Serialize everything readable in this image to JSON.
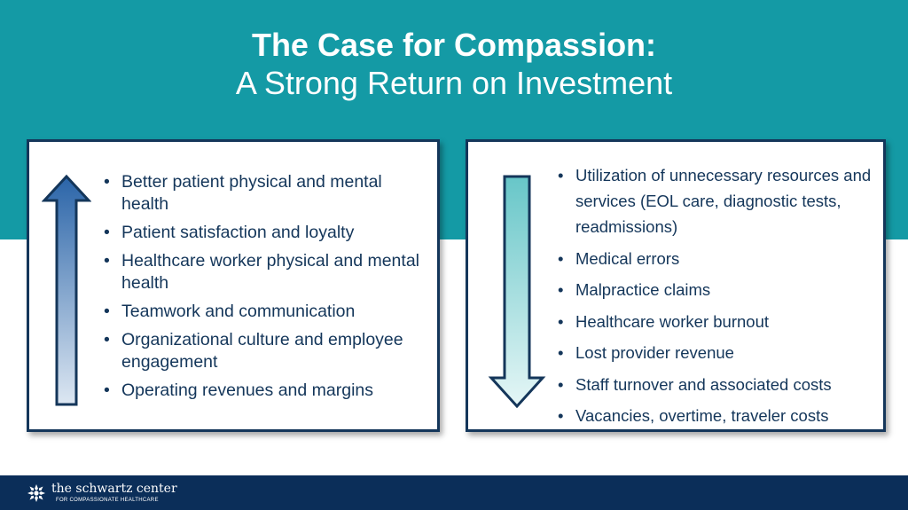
{
  "header": {
    "title_line1": "The Case for Compassion:",
    "title_line2": "A Strong Return on Investment"
  },
  "left_card": {
    "arrow_direction": "up",
    "items": [
      "Better patient physical and mental health",
      "Patient satisfaction and loyalty",
      "Healthcare worker physical and mental health",
      "Teamwork and communication",
      "Organizational culture and employee engagement",
      "Operating revenues and margins"
    ]
  },
  "right_card": {
    "arrow_direction": "down",
    "items": [
      "Utilization of unnecessary resources and services (EOL care, diagnostic tests, readmissions)",
      "Medical errors",
      "Malpractice claims",
      "Healthcare worker burnout",
      "Lost provider revenue",
      "Staff turnover and associated costs",
      "Vacancies, overtime, traveler costs"
    ]
  },
  "footer": {
    "logo_name": "the schwartz center",
    "logo_tagline": "FOR COMPASSIONATE HEALTHCARE"
  },
  "colors": {
    "teal_band": "#149aa5",
    "navy": "#14365a",
    "footer": "#0b2e59",
    "up_arrow_gradient": [
      "#2a64a8",
      "#dde7f2"
    ],
    "down_arrow_gradient": [
      "#67c6c8",
      "#e5f6f6"
    ]
  },
  "icons": {
    "up_arrow": "up-arrow-icon",
    "down_arrow": "down-arrow-icon",
    "logo": "schwartz-center-logo-icon"
  }
}
